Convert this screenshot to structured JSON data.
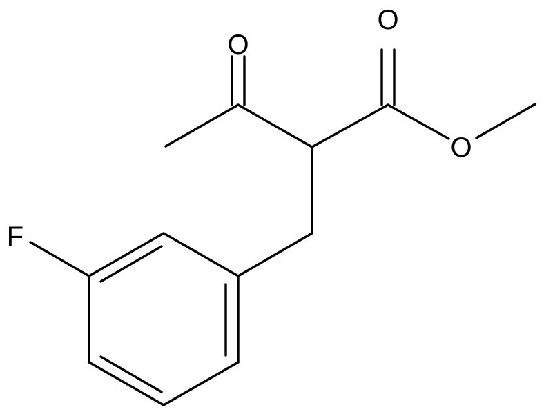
{
  "molecule": {
    "atoms": {
      "ketone_oxygen": "O",
      "ester_carbonyl_oxygen": "O",
      "ester_ether_oxygen": "O",
      "fluorine": "F"
    }
  },
  "colors": {
    "bond": "#000000",
    "label": "#000000",
    "background": "#ffffff"
  }
}
